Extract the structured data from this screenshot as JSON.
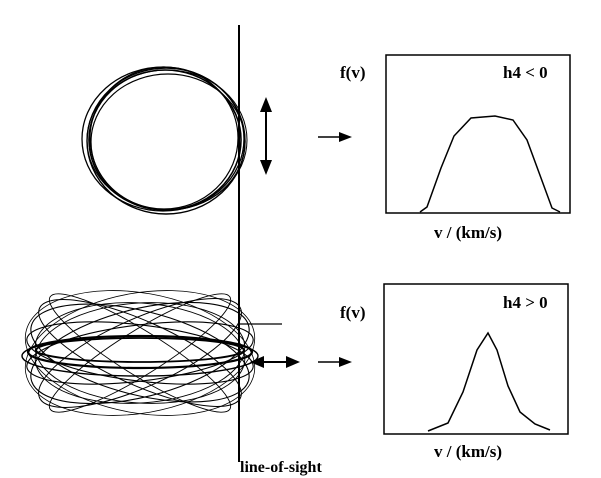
{
  "labels": {
    "line_of_sight": "line-of-sight"
  },
  "top_panel": {
    "y_label": "f(v)",
    "x_label": "v / (km/s)",
    "annotation": "h4 < 0"
  },
  "bottom_panel": {
    "y_label": "f(v)",
    "x_label": "v / (km/s)",
    "annotation": "h4 > 0"
  },
  "colors": {
    "ink": "#000000",
    "background": "#ffffff"
  }
}
